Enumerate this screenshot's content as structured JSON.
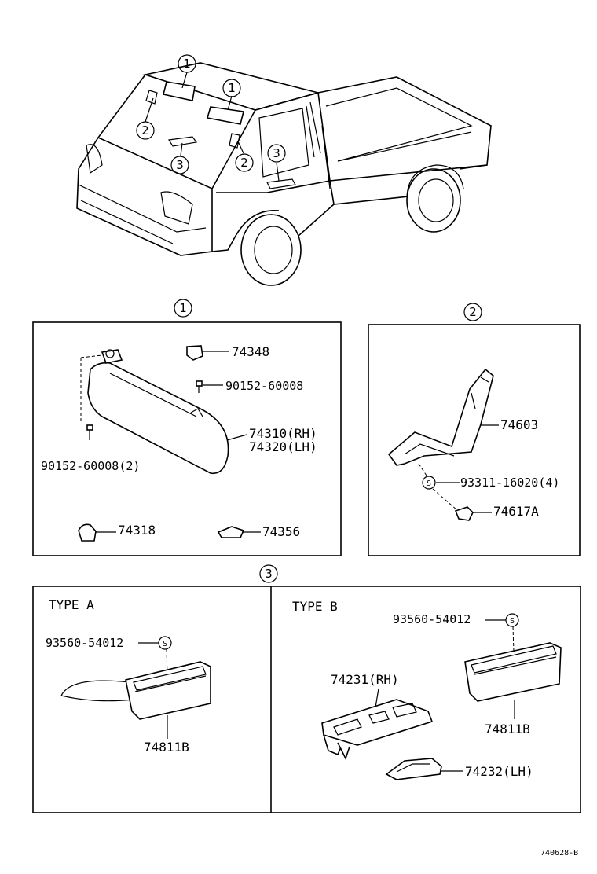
{
  "callouts": {
    "c1": "1",
    "c2": "2",
    "c3": "3"
  },
  "panel1": {
    "title": "1",
    "labels": {
      "p74348": "74348",
      "p90152a": "90152-60008",
      "p74310": "74310(RH)",
      "p74320": "74320(LH)",
      "p90152b": "90152-60008(2)",
      "p74318": "74318",
      "p74356": "74356"
    }
  },
  "panel2": {
    "title": "2",
    "labels": {
      "p74603": "74603",
      "s_mark": "S",
      "p93311": "93311-16020(4)",
      "p74617A": "74617A"
    }
  },
  "panel3": {
    "title": "3",
    "type_a": {
      "heading": "TYPE A",
      "p93560": "93560-54012",
      "s_mark": "S",
      "p74811B": "74811B"
    },
    "type_b": {
      "heading": "TYPE B",
      "p93560": "93560-54012",
      "s_mark": "S",
      "p74231": "74231(RH)",
      "p74811B": "74811B",
      "p74232": "74232(LH)"
    }
  },
  "footer": {
    "code": "740628-B"
  }
}
